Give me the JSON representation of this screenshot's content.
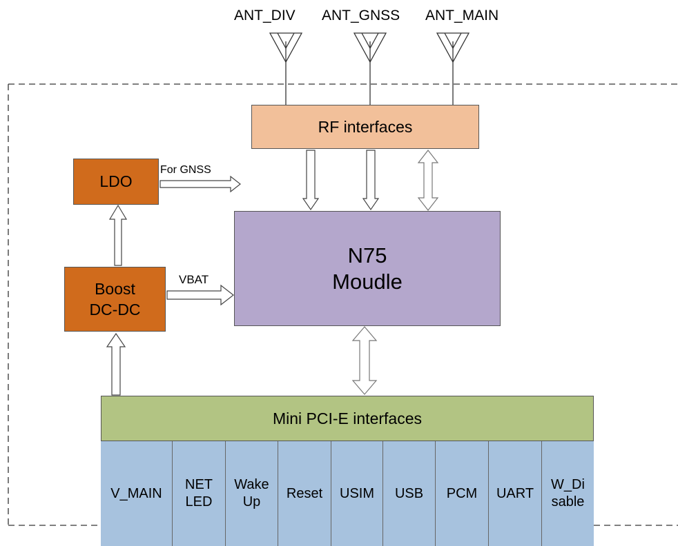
{
  "antennas": [
    {
      "id": "div",
      "label": "ANT_DIV"
    },
    {
      "id": "gnss",
      "label": "ANT_GNSS"
    },
    {
      "id": "main",
      "label": "ANT_MAIN"
    }
  ],
  "rf_block": {
    "label": "RF interfaces",
    "color": "#f2c09a"
  },
  "ldo_block": {
    "label": "LDO",
    "color": "#d06b1c"
  },
  "boost_block": {
    "line1": "Boost",
    "line2": "DC-DC",
    "color": "#d06b1c"
  },
  "module_block": {
    "line1": "N75",
    "line2": "Moudle",
    "color": "#b4a7cc"
  },
  "arrow_labels": {
    "for_gnss": "For GNSS",
    "vbat": "VBAT"
  },
  "pcie_block": {
    "label": "Mini PCI-E interfaces",
    "color": "#b2c483"
  },
  "pins": [
    {
      "line1": "V_MAIN",
      "line2": ""
    },
    {
      "line1": "NET",
      "line2": "LED"
    },
    {
      "line1": "Wake",
      "line2": "Up"
    },
    {
      "line1": "Reset",
      "line2": ""
    },
    {
      "line1": "USIM",
      "line2": ""
    },
    {
      "line1": "USB",
      "line2": ""
    },
    {
      "line1": "PCM",
      "line2": ""
    },
    {
      "line1": "UART",
      "line2": ""
    },
    {
      "line1": "W_Di",
      "line2": "sable"
    }
  ],
  "pin_color": "#a7c2de"
}
